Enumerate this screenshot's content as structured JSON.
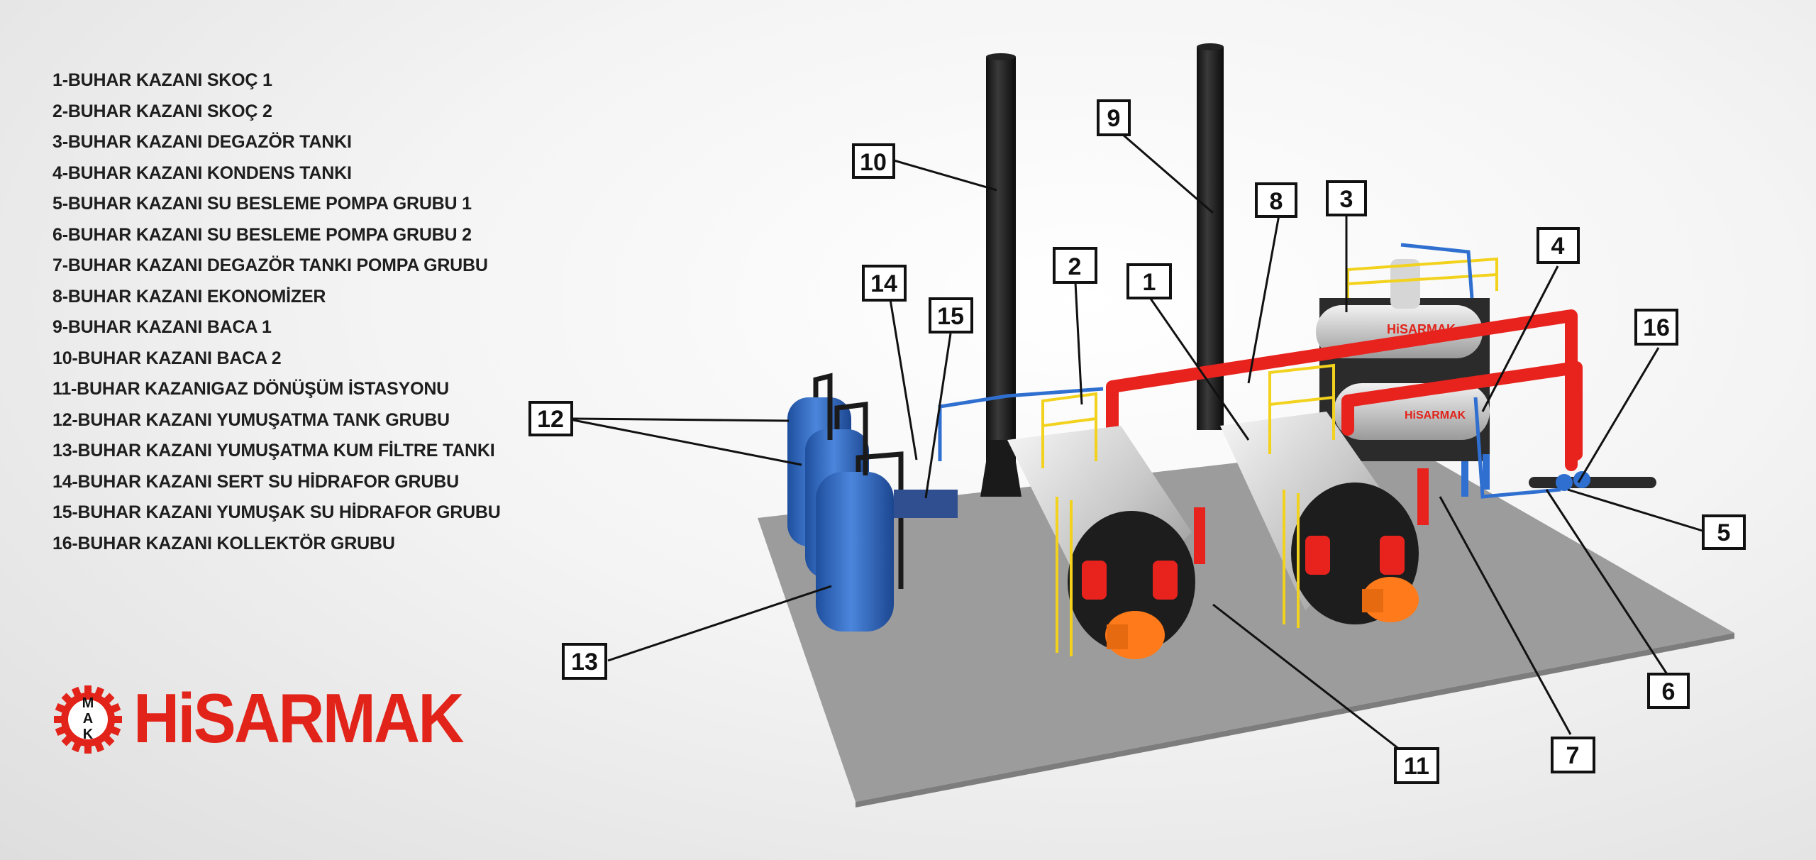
{
  "legend": [
    "1-BUHAR KAZANI SKOÇ 1",
    "2-BUHAR KAZANI SKOÇ 2",
    "3-BUHAR KAZANI DEGAZÖR TANKI",
    "4-BUHAR KAZANI KONDENS TANKI",
    "5-BUHAR KAZANI SU BESLEME POMPA GRUBU 1",
    "6-BUHAR KAZANI SU BESLEME POMPA GRUBU 2",
    "7-BUHAR KAZANI DEGAZÖR TANKI POMPA GRUBU",
    "8-BUHAR KAZANI EKONOMİZER",
    "9-BUHAR KAZANI BACA 1",
    "10-BUHAR KAZANI BACA 2",
    "11-BUHAR KAZANIGAZ DÖNÜŞÜM İSTASYONU",
    "12-BUHAR KAZANI YUMUŞATMA TANK GRUBU",
    "13-BUHAR KAZANI YUMUŞATMA KUM FİLTRE TANKI",
    "14-BUHAR KAZANI SERT SU HİDRAFOR GRUBU",
    "15-BUHAR KAZANI YUMUŞAK SU HİDRAFOR GRUBU",
    "16-BUHAR KAZANI KOLLEKTÖR GRUBU"
  ],
  "logo": {
    "brand": "HiSARMAK",
    "emblem_letters": [
      "M",
      "A",
      "K"
    ],
    "color": "#e2231a"
  },
  "callouts": [
    "1",
    "2",
    "3",
    "4",
    "5",
    "6",
    "7",
    "8",
    "9",
    "10",
    "11",
    "12",
    "13",
    "14",
    "15",
    "16"
  ],
  "colors": {
    "steam_pipe": "#e8231e",
    "water_pipe": "#2f6fd0",
    "tank_blue": "#2f6bc4",
    "railing": "#f2d21c",
    "burner": "#ff7a1a",
    "boiler_face": "#1d1d1d",
    "floor": "#9c9c9c"
  }
}
